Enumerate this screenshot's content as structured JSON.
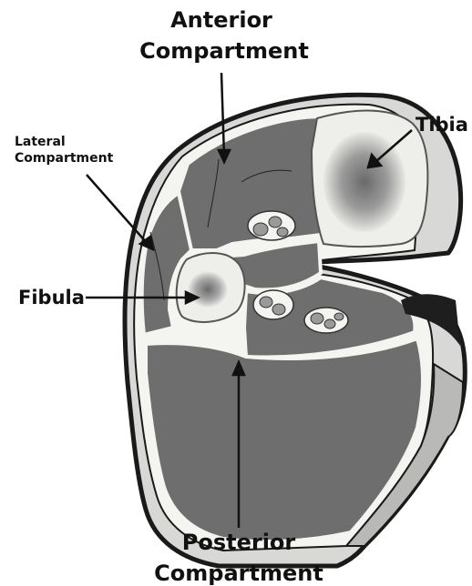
{
  "labels": {
    "anterior": [
      "Anterior",
      "Compartment"
    ],
    "lateral": [
      "Lateral",
      "Compartment"
    ],
    "tibia": "Tibia",
    "fibula": "Fibula",
    "posterior": [
      "Posterior",
      "Compartment"
    ]
  },
  "colors": {
    "outline": "#1a1a1a",
    "muscle": "#6e6e6e",
    "fascia": "#f4f4f0",
    "bone": "#eeeeea",
    "marrow": "#8a8a8a",
    "skin": "#bdbdbd",
    "vessel": "#9a9a9a"
  }
}
